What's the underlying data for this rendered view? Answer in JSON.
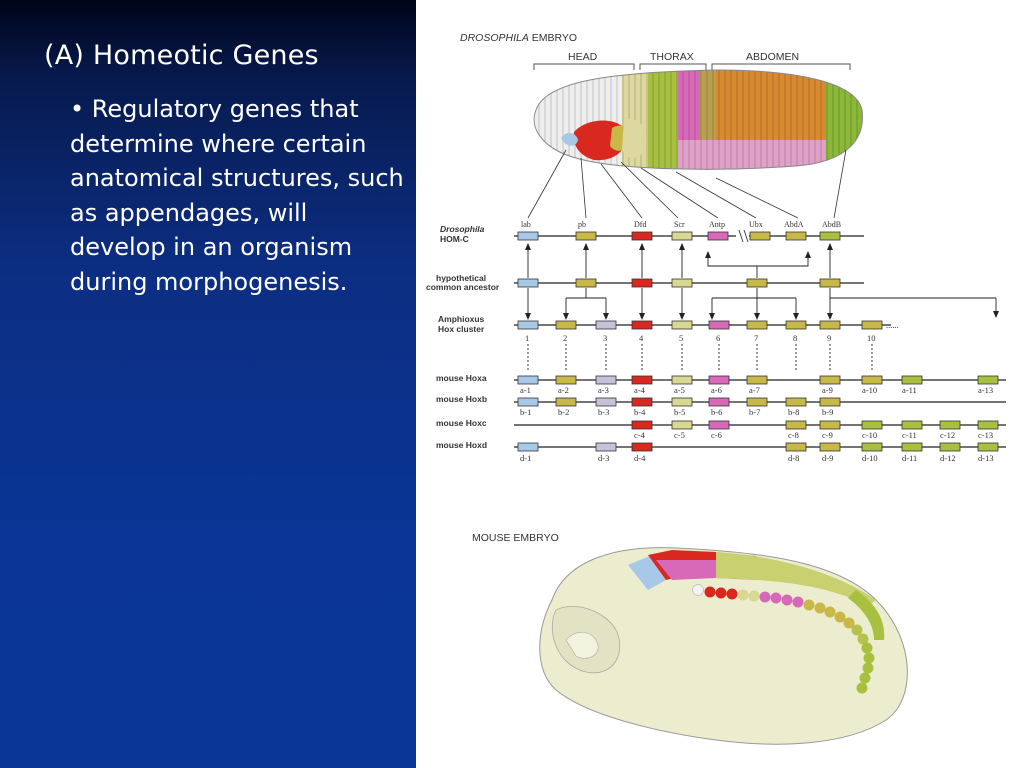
{
  "slide": {
    "title": "(A) Homeotic Genes",
    "bullet": "• Regulatory genes that determine where certain anatomical structures, such as appendages, will develop in an organism during morphogenesis."
  },
  "figure": {
    "drosophila_title_italic": "DROSOPHILA",
    "drosophila_title_rest": " EMBRYO",
    "regions": [
      "HEAD",
      "THORAX",
      "ABDOMEN"
    ],
    "row_labels": {
      "drosophila_1": "Drosophila",
      "drosophila_2": "HOM-C",
      "ancestor_1": "hypothetical",
      "ancestor_2": "common ancestor",
      "amphioxus_1": "Amphioxus",
      "amphioxus_2": "Hox cluster",
      "hoxa": "mouse Hoxa",
      "hoxb": "mouse Hoxb",
      "hoxc": "mouse Hoxc",
      "hoxd": "mouse Hoxd"
    },
    "drosophila_genes": [
      "lab",
      "pb",
      "Dfd",
      "Scr",
      "Antp",
      "Ubx",
      "AbdA",
      "AbdB"
    ],
    "amphioxus_numbers": [
      "1",
      "2",
      "3",
      "4",
      "5",
      "6",
      "7",
      "8",
      "9",
      "10"
    ],
    "amphioxus_dots": "......",
    "hoxa": [
      "a-1",
      "a-2",
      "a-3",
      "a-4",
      "a-5",
      "a-6",
      "a-7",
      "a-9",
      "a-10",
      "a-11",
      "a-13"
    ],
    "hoxb": [
      "b-1",
      "b-2",
      "b-3",
      "b-4",
      "b-5",
      "b-6",
      "b-7",
      "b-8",
      "b-9"
    ],
    "hoxc": [
      "c-4",
      "c-5",
      "c-6",
      "c-8",
      "c-9",
      "c-10",
      "c-11",
      "c-12",
      "c-13"
    ],
    "hoxd": [
      "d-1",
      "d-3",
      "d-4",
      "d-8",
      "d-9",
      "d-10",
      "d-11",
      "d-12",
      "d-13"
    ],
    "mouse_title": "MOUSE EMBRYO",
    "colors": {
      "blue": "#a8c8e8",
      "olive": "#c8b848",
      "lilac": "#c8c0d8",
      "red": "#d82820",
      "yellowgreen": "#d8d890",
      "pink": "#d868b8",
      "green": "#a8c040",
      "left_panel": "#0a3596"
    }
  }
}
